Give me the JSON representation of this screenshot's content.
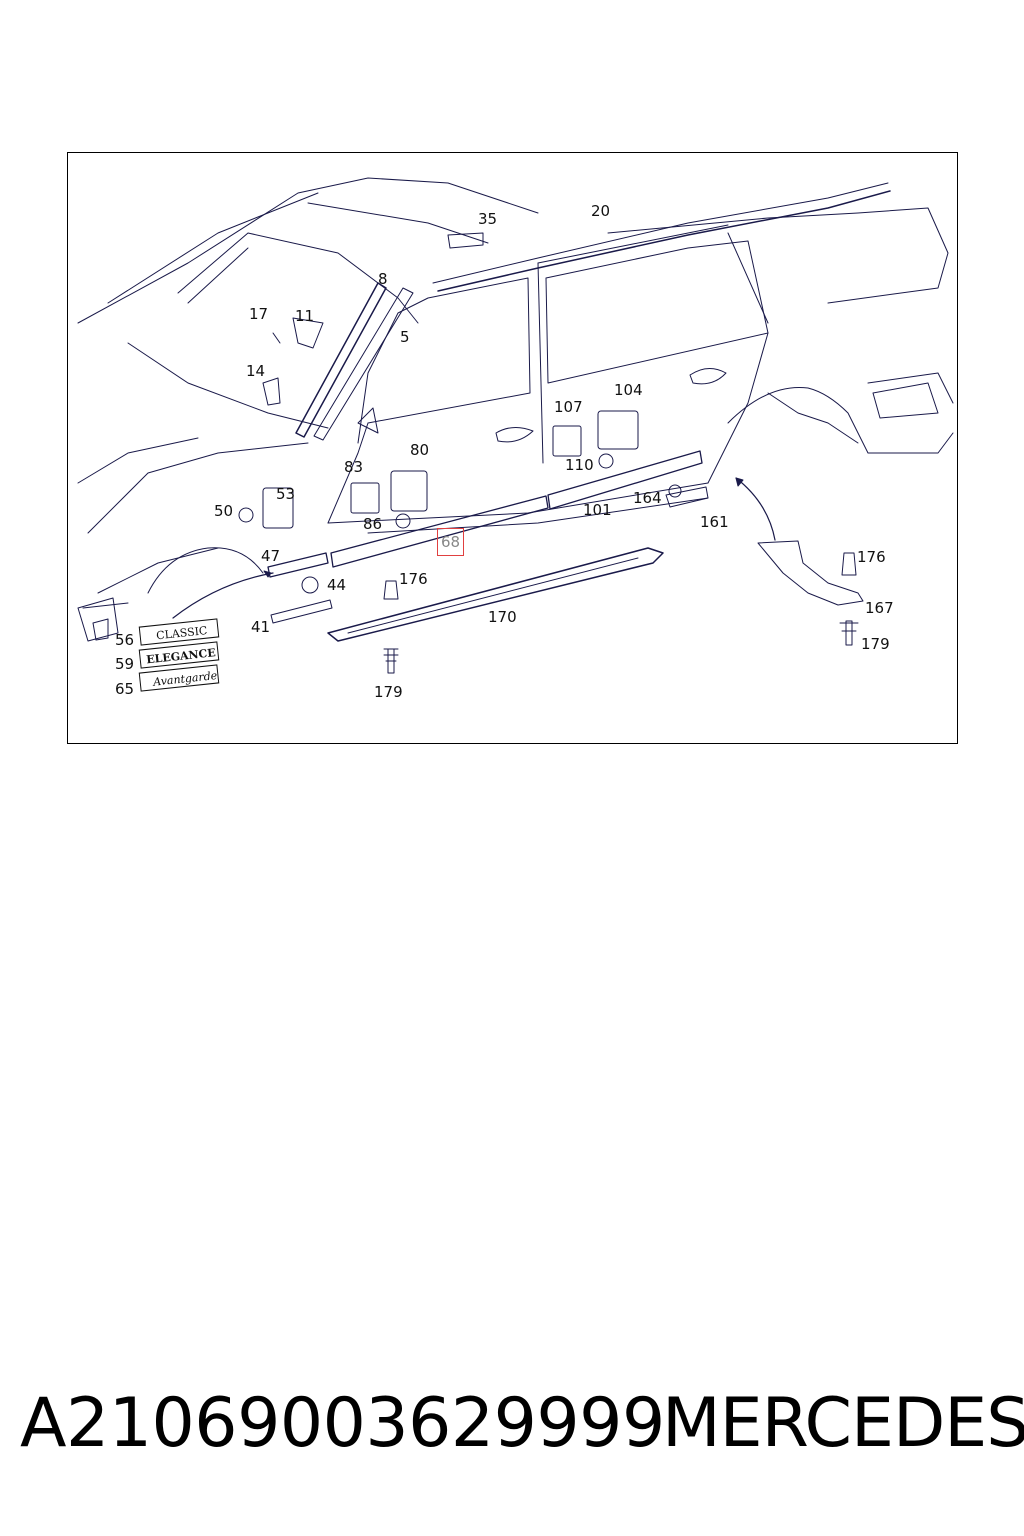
{
  "diagram": {
    "callouts": [
      {
        "id": "35",
        "label": "35"
      },
      {
        "id": "20",
        "label": "20"
      },
      {
        "id": "8",
        "label": "8"
      },
      {
        "id": "17",
        "label": "17"
      },
      {
        "id": "11",
        "label": "11"
      },
      {
        "id": "5",
        "label": "5"
      },
      {
        "id": "14",
        "label": "14"
      },
      {
        "id": "107",
        "label": "107"
      },
      {
        "id": "104",
        "label": "104"
      },
      {
        "id": "80",
        "label": "80"
      },
      {
        "id": "83",
        "label": "83"
      },
      {
        "id": "110",
        "label": "110"
      },
      {
        "id": "53",
        "label": "53"
      },
      {
        "id": "50",
        "label": "50"
      },
      {
        "id": "86",
        "label": "86"
      },
      {
        "id": "164",
        "label": "164"
      },
      {
        "id": "101",
        "label": "101"
      },
      {
        "id": "161",
        "label": "161"
      },
      {
        "id": "68",
        "label": "68",
        "highlighted": true
      },
      {
        "id": "47",
        "label": "47"
      },
      {
        "id": "176a",
        "label": "176"
      },
      {
        "id": "44",
        "label": "44"
      },
      {
        "id": "176b",
        "label": "176"
      },
      {
        "id": "170",
        "label": "170"
      },
      {
        "id": "167",
        "label": "167"
      },
      {
        "id": "41",
        "label": "41"
      },
      {
        "id": "179a",
        "label": "179"
      },
      {
        "id": "56",
        "label": "56"
      },
      {
        "id": "59",
        "label": "59"
      },
      {
        "id": "65",
        "label": "65"
      },
      {
        "id": "179b",
        "label": "179"
      }
    ],
    "badges": {
      "classic": "CLASSIC",
      "elegance": "ELEGANCE",
      "avantgarde": "Avantgarde"
    },
    "highlight_color": "#e04040"
  },
  "footer": {
    "part_number": "A21069003629999",
    "brand": "MERCEDES"
  }
}
